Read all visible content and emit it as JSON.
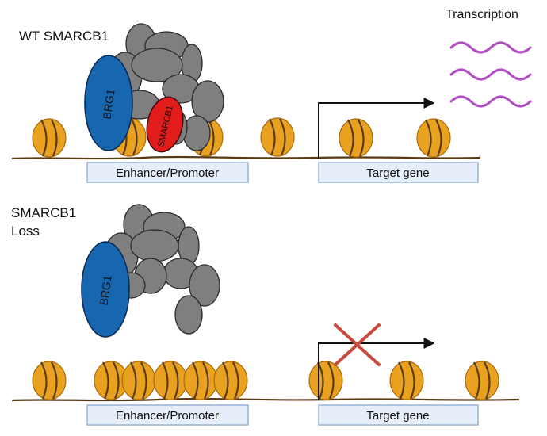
{
  "top_panel": {
    "title": "WT SMARCB1",
    "brg1_label": "BRG1",
    "smarcb1_label": "SMARCB1",
    "enhancer_label": "Enhancer/Promoter",
    "target_label": "Target gene",
    "transcription_label": "Transcription"
  },
  "bottom_panel": {
    "title_line1": "SMARCB1",
    "title_line2": "Loss",
    "brg1_label": "BRG1",
    "enhancer_label": "Enhancer/Promoter",
    "target_label": "Target gene"
  },
  "colors": {
    "brg1": "#1666b0",
    "smarcb1": "#e21b1b",
    "subunit": "#7f7f80",
    "nucleosome": "#e9a21f",
    "dna": "#5a3a14",
    "box_fill": "#e6eefa",
    "box_border": "#9ab0d2",
    "mrna": "#b04fc0",
    "blocked_x": "#c84a3e"
  }
}
